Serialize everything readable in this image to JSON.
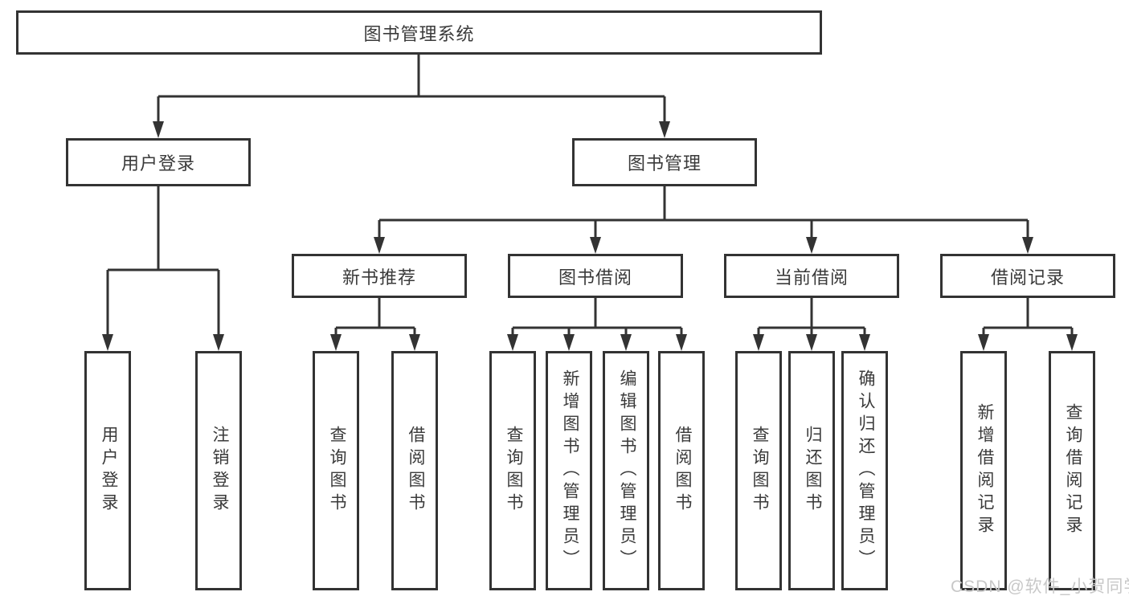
{
  "tree": {
    "label": "图书管理系统",
    "children": [
      {
        "label": "用户登录",
        "children": [
          {
            "label": "用户登录"
          },
          {
            "label": "注销登录"
          }
        ]
      },
      {
        "label": "图书管理",
        "children": [
          {
            "label": "新书推荐",
            "children": [
              {
                "label": "查询图书"
              },
              {
                "label": "借阅图书"
              }
            ]
          },
          {
            "label": "图书借阅",
            "children": [
              {
                "label": "查询图书"
              },
              {
                "label": "新增图书（管理员）"
              },
              {
                "label": "编辑图书（管理员）"
              },
              {
                "label": "借阅图书"
              }
            ]
          },
          {
            "label": "当前借阅",
            "children": [
              {
                "label": "查询图书"
              },
              {
                "label": "归还图书"
              },
              {
                "label": "确认归还（管理员）"
              }
            ]
          },
          {
            "label": "借阅记录",
            "children": [
              {
                "label": "新增借阅记录"
              },
              {
                "label": "查询借阅记录"
              }
            ]
          }
        ]
      }
    ]
  },
  "watermark": "CSDN @软件_小贺同学",
  "colors": {
    "line": "#333333",
    "box_border": "#333333",
    "text": "#3a3a3a",
    "watermark": "#c8c8c8",
    "background": "#ffffff"
  }
}
